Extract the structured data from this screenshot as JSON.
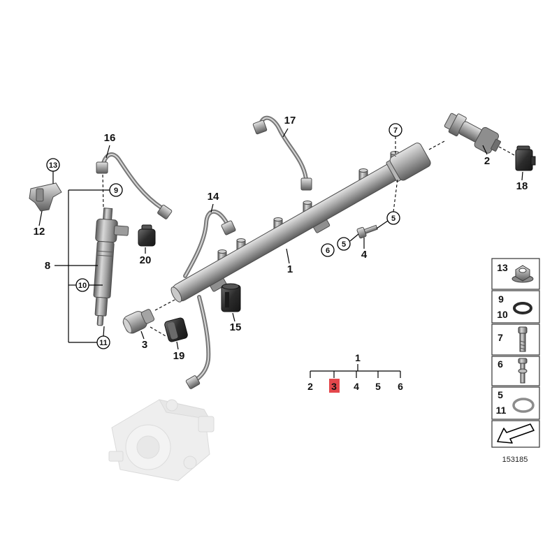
{
  "callouts": {
    "n1": "1",
    "n2": "2",
    "n3": "3",
    "n4": "4",
    "n5_rail": "5",
    "n5_bolt": "5",
    "n6": "6",
    "n7": "7",
    "n8": "8",
    "n9": "9",
    "n10": "10",
    "n11": "11",
    "n12": "12",
    "n13": "13",
    "n14": "14",
    "n15": "15",
    "n16": "16",
    "n17": "17",
    "n18": "18",
    "n19": "19",
    "n20": "20"
  },
  "tree": {
    "root": "1",
    "children": [
      "2",
      "3",
      "4",
      "5",
      "6"
    ],
    "highlight_color": "#e4474c"
  },
  "legend": {
    "rows": [
      {
        "numbers": [
          "13"
        ],
        "icon": "hex-nut-icon"
      },
      {
        "numbers": [
          "9",
          "10"
        ],
        "icon": "o-ring-icon"
      },
      {
        "numbers": [
          "7"
        ],
        "icon": "bolt-icon"
      },
      {
        "numbers": [
          "6"
        ],
        "icon": "banjo-bolt-icon"
      },
      {
        "numbers": [
          "5",
          "11"
        ],
        "icon": "sealing-ring-icon"
      }
    ],
    "footer_icon": "view-direction-arrow-icon"
  },
  "diagram_number": "153185",
  "colors": {
    "line": "#000000",
    "metal": "#a8a8a8",
    "rubber": "#2a2a2a",
    "ghost_part": "#e4e4e4"
  }
}
